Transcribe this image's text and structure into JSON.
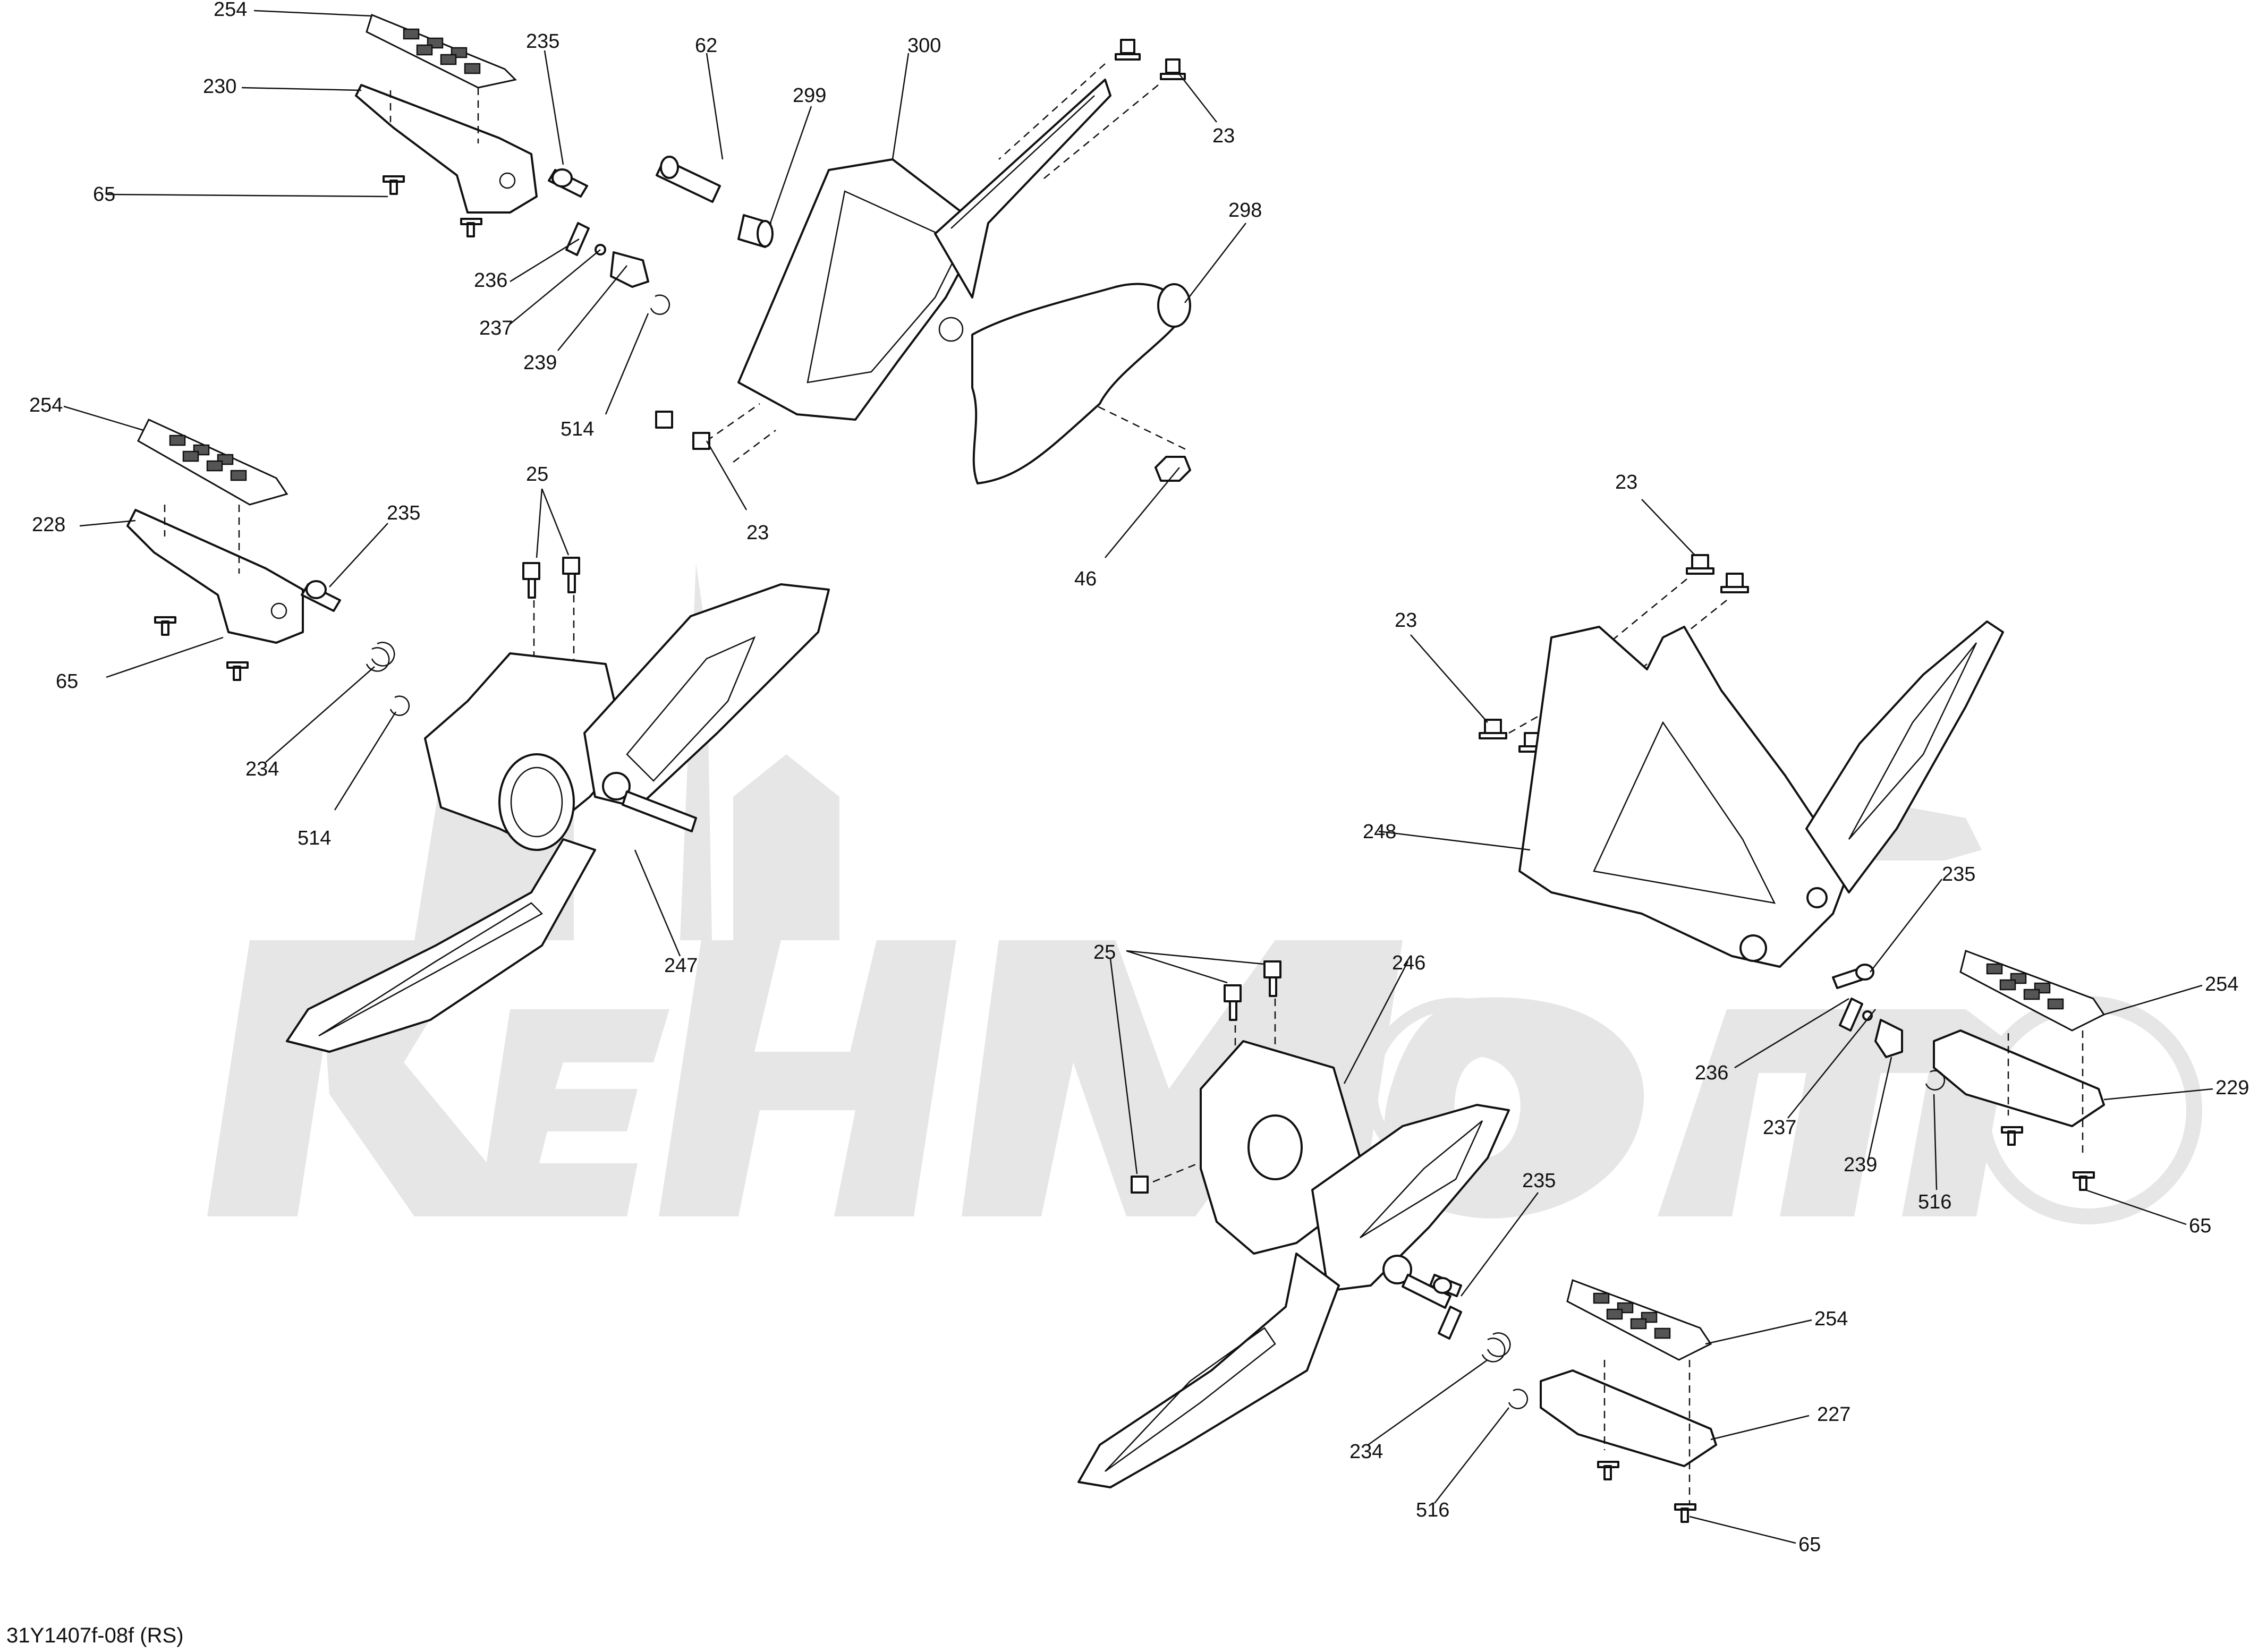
{
  "diagram": {
    "reference": "31Y1407f-08f (RS)",
    "callouts": [
      {
        "id": "c254a",
        "text": "254"
      },
      {
        "id": "c235a",
        "text": "235"
      },
      {
        "id": "c62",
        "text": "62"
      },
      {
        "id": "c300",
        "text": "300"
      },
      {
        "id": "c230",
        "text": "230"
      },
      {
        "id": "c299",
        "text": "299"
      },
      {
        "id": "c23a",
        "text": "23"
      },
      {
        "id": "c65a",
        "text": "65"
      },
      {
        "id": "c298",
        "text": "298"
      },
      {
        "id": "c236a",
        "text": "236"
      },
      {
        "id": "c237a",
        "text": "237"
      },
      {
        "id": "c239a",
        "text": "239"
      },
      {
        "id": "c514a",
        "text": "514"
      },
      {
        "id": "c254b",
        "text": "254"
      },
      {
        "id": "c25a",
        "text": "25"
      },
      {
        "id": "c23b",
        "text": "23"
      },
      {
        "id": "c228",
        "text": "228"
      },
      {
        "id": "c235b",
        "text": "235"
      },
      {
        "id": "c46",
        "text": "46"
      },
      {
        "id": "c23c",
        "text": "23"
      },
      {
        "id": "c65b",
        "text": "65"
      },
      {
        "id": "c23d",
        "text": "23"
      },
      {
        "id": "c234a",
        "text": "234"
      },
      {
        "id": "c514b",
        "text": "514"
      },
      {
        "id": "c248",
        "text": "248"
      },
      {
        "id": "c235c",
        "text": "235"
      },
      {
        "id": "c247",
        "text": "247"
      },
      {
        "id": "c25b",
        "text": "25"
      },
      {
        "id": "c246",
        "text": "246"
      },
      {
        "id": "c254c",
        "text": "254"
      },
      {
        "id": "c236b",
        "text": "236"
      },
      {
        "id": "c229",
        "text": "229"
      },
      {
        "id": "c237b",
        "text": "237"
      },
      {
        "id": "c239b",
        "text": "239"
      },
      {
        "id": "c516a",
        "text": "516"
      },
      {
        "id": "c65c",
        "text": "65"
      },
      {
        "id": "c235d",
        "text": "235"
      },
      {
        "id": "c254d",
        "text": "254"
      },
      {
        "id": "c234b",
        "text": "234"
      },
      {
        "id": "c227",
        "text": "227"
      },
      {
        "id": "c516b",
        "text": "516"
      },
      {
        "id": "c65d",
        "text": "65"
      }
    ]
  }
}
